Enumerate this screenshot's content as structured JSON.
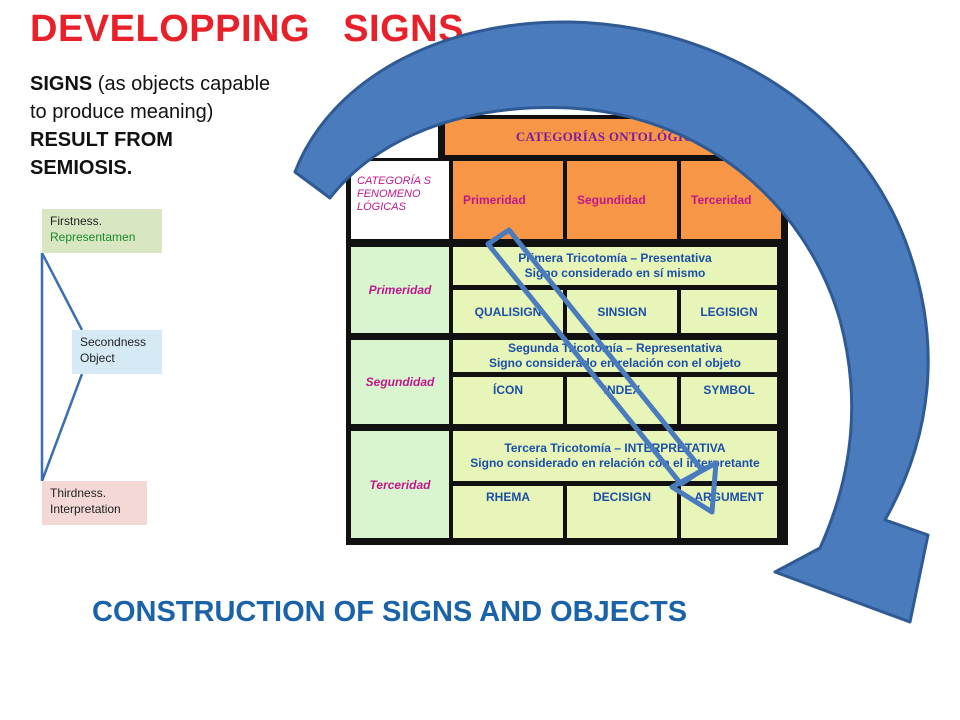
{
  "title": "DEVELOPPING   SIGNS",
  "intro": {
    "bold_start": "SIGNS",
    "middle": " (as objects capable to produce meaning) ",
    "bold_end": "RESULT FROM SEMIOSIS."
  },
  "triad": {
    "first_line1": "Firstness.",
    "first_line2": "Representamen",
    "second_line1": "Secondness",
    "second_line2": "Object",
    "third_line1": "Thirdness.",
    "third_line2": "Interpretation"
  },
  "table": {
    "ontological_header": "CATEGORÍAS ONTOLÓGICAS",
    "phenomenological_header": "CATEGORÍA S FENOMENO LÓGICAS",
    "onto_cols": [
      "Primeridad",
      "Segundidad",
      "Terceridad"
    ],
    "rows": [
      {
        "label": "Primeridad",
        "tricotomy_line1": "Primera Tricotomía – Presentativa",
        "tricotomy_line2": "Signo considerado en sí mismo",
        "signs": [
          "QUALISIGN",
          "SINSIGN",
          "LEGISIGN"
        ]
      },
      {
        "label": "Segundidad",
        "tricotomy_line1": "Segunda Tricotomía – Representativa",
        "tricotomy_line2": "Signo considerado en relación con el objeto",
        "signs": [
          "ÍCON",
          "INDEX",
          "SYMBOL"
        ]
      },
      {
        "label": "Terceridad",
        "tricotomy_line1": "Tercera Tricotomía – INTERPRETATIVA",
        "tricotomy_line2": "Signo considerado en relación con el interpretante",
        "signs": [
          "RHEMA",
          "DECISIGN",
          "ARGUMENT"
        ]
      }
    ]
  },
  "bottom_title": "CONSTRUCTION OF SIGNS AND OBJECTS",
  "colors": {
    "title": "#e8202a",
    "bottom_title": "#1a63a8",
    "arrow_fill": "#4a7bbd",
    "arrow_stroke": "#2f5a93",
    "orange_header": "#f79646",
    "sign_cells": "#e8f5b8"
  }
}
